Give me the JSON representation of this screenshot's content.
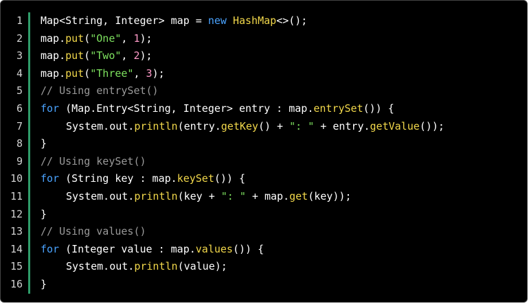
{
  "code_snippet": {
    "line_numbers": [
      "1",
      "2",
      "3",
      "4",
      "5",
      "6",
      "7",
      "8",
      "9",
      "10",
      "11",
      "12",
      "13",
      "14",
      "15",
      "16"
    ],
    "lines": {
      "l1": [
        "Map<String, Integer> map = ",
        "new",
        " ",
        "HashMap",
        "<>();"
      ],
      "l2": [
        "map.",
        "put",
        "(",
        "\"One\"",
        ", ",
        "1",
        ");"
      ],
      "l3": [
        "map.",
        "put",
        "(",
        "\"Two\"",
        ", ",
        "2",
        ");"
      ],
      "l4": [
        "map.",
        "put",
        "(",
        "\"Three\"",
        ", ",
        "3",
        ");"
      ],
      "l5": [
        "// Using entrySet()"
      ],
      "l6": [
        "for",
        " (Map.Entry<String, Integer> entry : map.",
        "entrySet",
        "()) {"
      ],
      "l7": [
        "System.out.",
        "println",
        "(entry.",
        "getKey",
        "() + ",
        "\": \"",
        " + entry.",
        "getValue",
        "());"
      ],
      "l8": [
        "}"
      ],
      "l9": [
        "// Using keySet()"
      ],
      "l10": [
        "for",
        " (String key : map.",
        "keySet",
        "()) {"
      ],
      "l11": [
        "System.out.",
        "println",
        "(key + ",
        "\": \"",
        " + map.",
        "get",
        "(key));"
      ],
      "l12": [
        "}"
      ],
      "l13": [
        "// Using values()"
      ],
      "l14": [
        "for",
        " (Integer value : map.",
        "values",
        "()) {"
      ],
      "l15": [
        "System.out.",
        "println",
        "(value);"
      ],
      "l16": [
        "}"
      ]
    },
    "colors": {
      "background": "#000000",
      "gutter_accent": "#2f9c6a",
      "keyword": "#4aa3ff",
      "method": "#f2d84b",
      "string": "#7ee25f",
      "number": "#ff9ac8",
      "comment": "#9a9a9a",
      "plain": "#ffffff"
    }
  }
}
